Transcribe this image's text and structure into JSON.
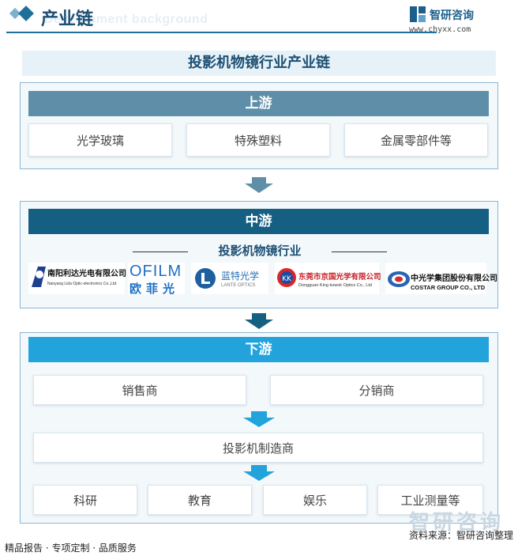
{
  "header": {
    "title": "产业链",
    "ghost_text": "Development background",
    "brand": "智研咨询",
    "url": "www.chyxx.com"
  },
  "diagram": {
    "title": "投影机物镜行业产业链",
    "upstream": {
      "label": "上游",
      "items": [
        "光学玻璃",
        "特殊塑料",
        "金属零部件等"
      ]
    },
    "midstream": {
      "label": "中游",
      "subtitle": "投影机物镜行业",
      "companies": [
        {
          "cn": "南阳利达光电有限公司",
          "en": "Nanyang Lida Optic-electronics Co.,Ltd."
        },
        {
          "cn": "欧菲光",
          "en": "OFILM"
        },
        {
          "cn": "蓝特光学",
          "en": "LANTE OPTICS"
        },
        {
          "cn": "东莞市京国光学有限公司",
          "en": "Dongguan King kowok Optics Co., Ltd"
        },
        {
          "cn": "中光学集团股份有限公司",
          "en": "COSTAR GROUP CO., LTD"
        }
      ]
    },
    "downstream": {
      "label": "下游",
      "channels": [
        "销售商",
        "分销商"
      ],
      "manufacturer": "投影机制造商",
      "applications": [
        "科研",
        "教育",
        "娱乐",
        "工业测量等"
      ]
    }
  },
  "footer": {
    "left": "精品报告 · 专项定制 · 品质服务",
    "source": "资料来源：智研咨询整理",
    "watermark": "智研咨询"
  },
  "colors": {
    "upstream_band": "#5f8fa8",
    "midstream_band": "#155f82",
    "downstream_band": "#22a3dc",
    "title_text": "#1c4f73"
  }
}
